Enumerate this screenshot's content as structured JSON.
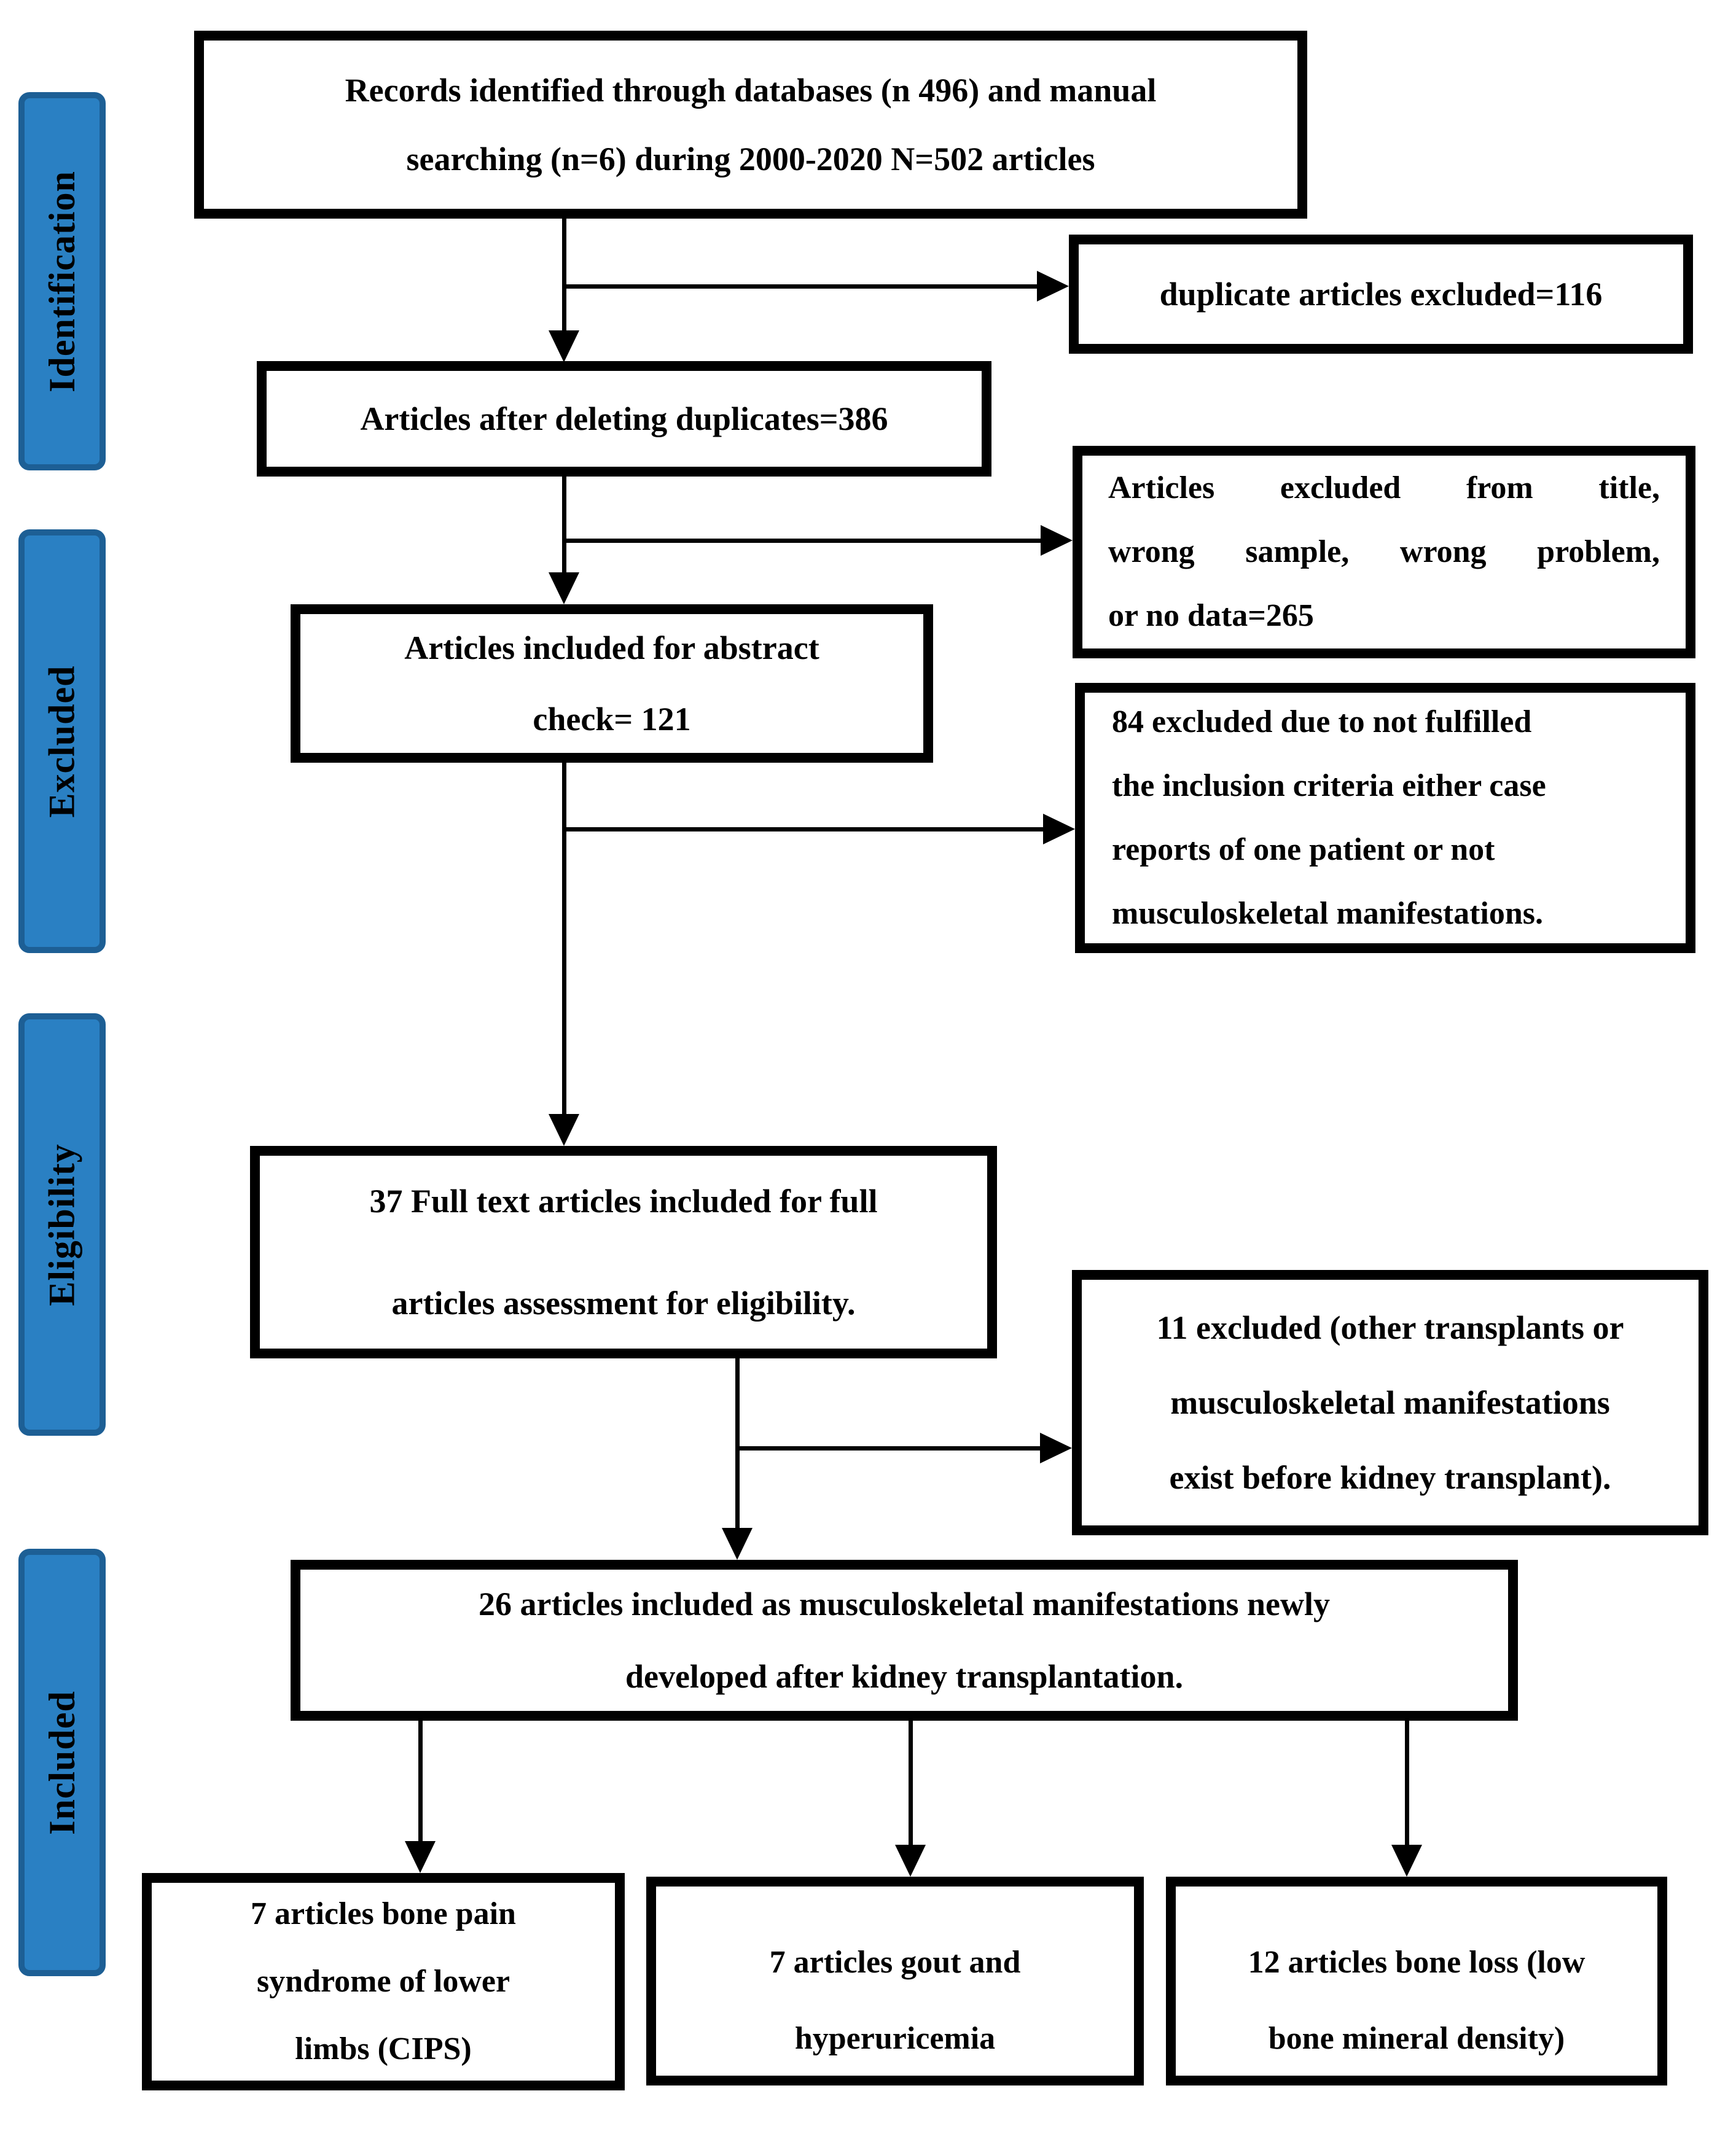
{
  "colors": {
    "background": "#ffffff",
    "stage_fill": "#2A80C3",
    "stage_border": "#1D5F95",
    "box_border": "#000000",
    "text": "#000000"
  },
  "stages": [
    {
      "label": "Identification"
    },
    {
      "label": "Excluded"
    },
    {
      "label": "Eligibility"
    },
    {
      "label": "Included"
    }
  ],
  "boxes": {
    "records": {
      "line1": "Records identified through databases (n 496) and manual",
      "line2": "searching (n=6) during 2000-2020 N=502 articles"
    },
    "duplicates_excluded": {
      "line1": "duplicate articles excluded=116"
    },
    "after_duplicates": {
      "line1": "Articles after deleting duplicates=386"
    },
    "excluded_title": {
      "line1": "Articles excluded from title,",
      "line2": "wrong sample, wrong problem,",
      "line3": "or no data=265"
    },
    "abstract_check": {
      "line1": "Articles included for abstract",
      "line2": "check= 121"
    },
    "excluded_84": {
      "line1": "84 excluded due to not fulfilled",
      "line2": "the inclusion criteria either case",
      "line3": "reports of one patient or not",
      "line4": "musculoskeletal manifestations."
    },
    "fulltext_37": {
      "line1": "37 Full text articles included for full",
      "line2": "articles assessment for eligibility."
    },
    "excluded_11": {
      "line1": "11 excluded (other transplants or",
      "line2": "musculoskeletal manifestations",
      "line3": "exist before kidney transplant)."
    },
    "included_26": {
      "line1": "26 articles included as musculoskeletal manifestations newly",
      "line2": "developed after kidney transplantation."
    },
    "bone_pain": {
      "line1": "7 articles bone pain",
      "line2": "syndrome of lower",
      "line3": "limbs (CIPS)"
    },
    "gout": {
      "line1": "7 articles gout and",
      "line2": "hyperuricemia"
    },
    "bone_loss": {
      "line1": "12 articles bone loss (low",
      "line2": "bone mineral density)"
    }
  }
}
